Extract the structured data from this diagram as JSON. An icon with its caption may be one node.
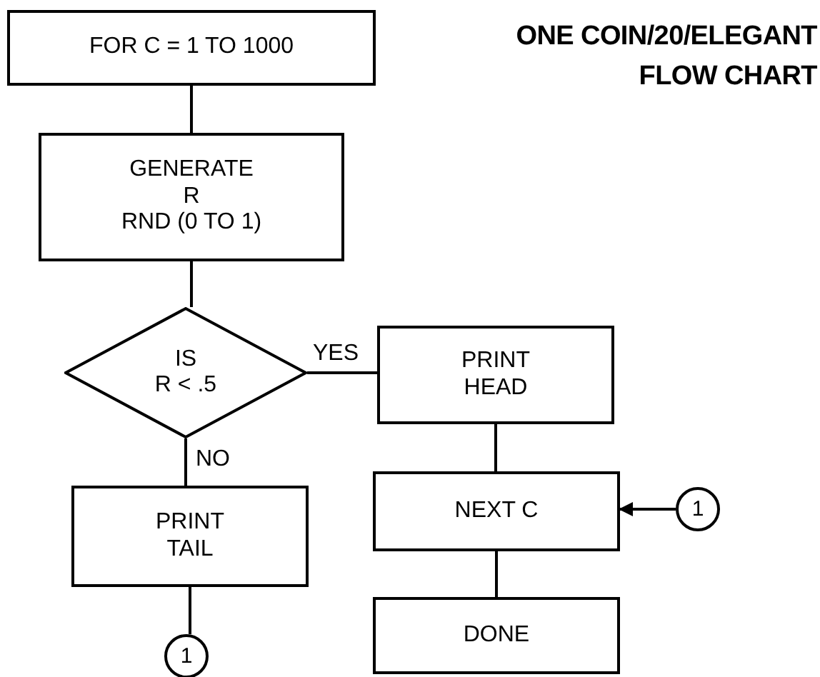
{
  "diagram": {
    "title": "ONE COIN/20/ELEGANT FLOW CHART",
    "nodes": [
      {
        "text": [
          "FOR C = 1 TO 1000"
        ]
      },
      {
        "text": [
          "GENERATE",
          "R",
          "RND (0 TO 1)"
        ]
      },
      {
        "text": [
          "IS",
          "R < .5"
        ]
      },
      {
        "text": [
          "PRINT HEAD"
        ]
      },
      {
        "text": [
          "PRINT TAIL"
        ]
      },
      {
        "text": [
          "NEXT C"
        ]
      },
      {
        "text": [
          "DONE"
        ]
      },
      {
        "text": [
          "1"
        ]
      },
      {
        "text": [
          "1"
        ]
      }
    ],
    "edges": [
      {
        "from": 0,
        "to": 1,
        "arrow": "none"
      },
      {
        "from": 1,
        "to": 2,
        "arrow": "none"
      },
      {
        "from": 2,
        "to": 3,
        "arrow": "none",
        "label": "YES"
      },
      {
        "from": 2,
        "to": 4,
        "arrow": "none",
        "label": "NO"
      },
      {
        "from": 3,
        "to": 5,
        "arrow": "none"
      },
      {
        "from": 5,
        "to": 6,
        "arrow": "none"
      },
      {
        "from": 4,
        "to": 7,
        "arrow": "none"
      },
      {
        "from": 8,
        "to": 5,
        "arrow": "to"
      }
    ]
  }
}
